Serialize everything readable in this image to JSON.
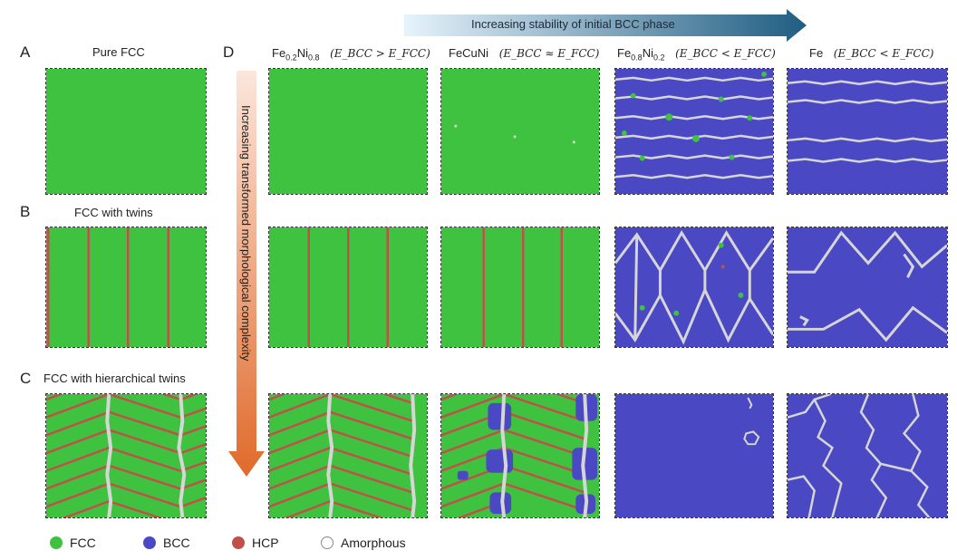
{
  "colors": {
    "fcc": "#3fc23f",
    "bcc": "#4b48c4",
    "hcp": "#c0514a",
    "amorphous": "#d6d6d6",
    "arrow_top_start": "#e6f3fb",
    "arrow_top_end": "#1f5d82",
    "arrow_side_start": "#fbe6dd",
    "arrow_side_end": "#e06a2a"
  },
  "top_arrow": {
    "label": "Increasing stability of initial BCC phase"
  },
  "side_arrow": {
    "label": "Increasing transformed morphological complexity"
  },
  "panels": {
    "A": {
      "letter": "A",
      "label": "Pure FCC"
    },
    "B": {
      "letter": "B",
      "label": "FCC with twins"
    },
    "C": {
      "letter": "C",
      "label": "FCC with hierarchical twins"
    },
    "D": {
      "letter": "D"
    }
  },
  "columns": [
    {
      "name_main": "Fe",
      "name_sub1": "0.2",
      "name_mid": "Ni",
      "name_sub2": "0.8",
      "inequality": "(E_BCC > E_FCC)"
    },
    {
      "name_main": "FeCuNi",
      "name_sub1": "",
      "name_mid": "",
      "name_sub2": "",
      "inequality": "(E_BCC ≈ E_FCC)"
    },
    {
      "name_main": "Fe",
      "name_sub1": "0.8",
      "name_mid": "Ni",
      "name_sub2": "0.2",
      "inequality": "(E_BCC < E_FCC)"
    },
    {
      "name_main": "Fe",
      "name_sub1": "",
      "name_mid": "",
      "name_sub2": "",
      "inequality": "(E_BCC < E_FCC)"
    }
  ],
  "legend": [
    {
      "label": "FCC",
      "color_key": "fcc"
    },
    {
      "label": "BCC",
      "color_key": "bcc"
    },
    {
      "label": "HCP",
      "color_key": "hcp"
    },
    {
      "label": "Amorphous",
      "color_key": "amorphous"
    }
  ]
}
